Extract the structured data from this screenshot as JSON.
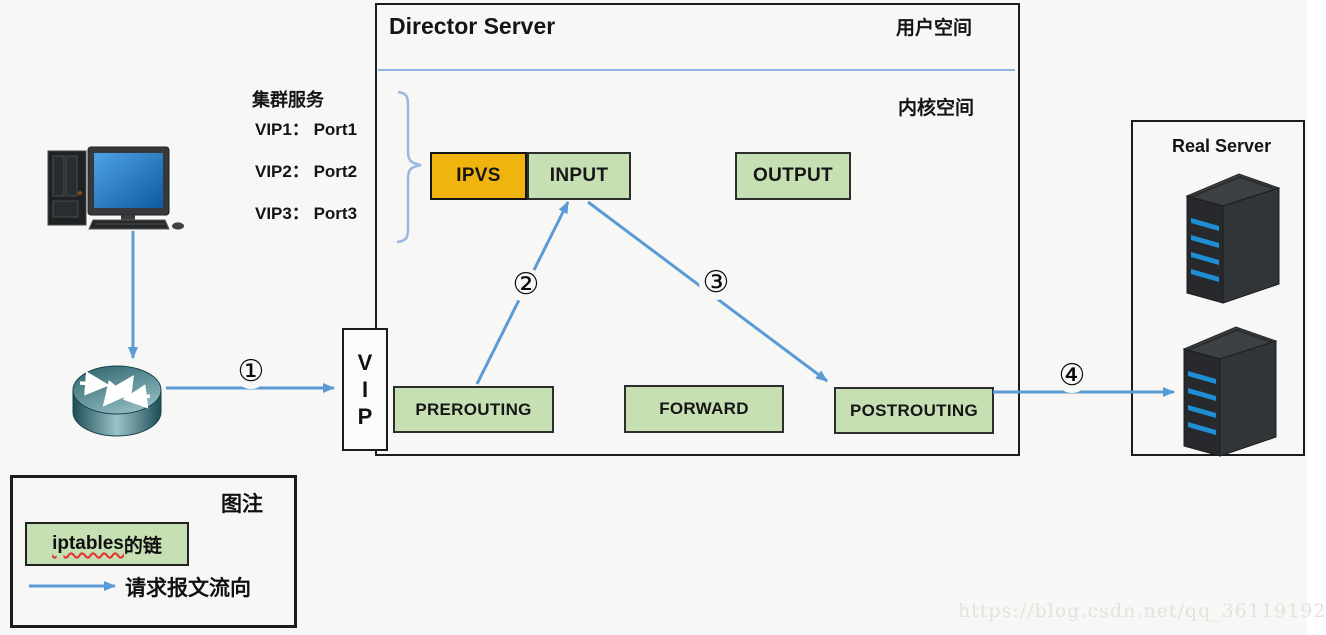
{
  "diagram": {
    "director": {
      "title": "Director Server",
      "user_space_label": "用户空间",
      "kernel_space_label": "内核空间"
    },
    "cluster_service": {
      "heading": "集群服务",
      "entries": [
        "VIP1： Port1",
        "VIP2： Port2",
        "VIP3： Port3"
      ]
    },
    "vip_box": {
      "letters": [
        "V",
        "I",
        "P"
      ]
    },
    "nodes": {
      "ipvs": "IPVS",
      "input": "INPUT",
      "output": "OUTPUT",
      "prerouting": "PREROUTING",
      "forward": "FORWARD",
      "postrouting": "POSTROUTING"
    },
    "real_server": {
      "title": "Real Server"
    },
    "flow_steps": [
      "①",
      "②",
      "③",
      "④"
    ],
    "legend": {
      "title": "图注",
      "chain_sample_en": "iptables",
      "chain_sample_zh": "的链",
      "flow_description": "请求报文流向"
    },
    "watermark": "https://blog.csdn.net/qq_36119192",
    "colors": {
      "arrow_blue": "#5B9BD5",
      "brace_blue": "#9CB8E0",
      "chain_green": "#C6E0B4",
      "ipvs_gold": "#F0B40E",
      "server_stripe_blue": "#1E8FD5"
    }
  }
}
